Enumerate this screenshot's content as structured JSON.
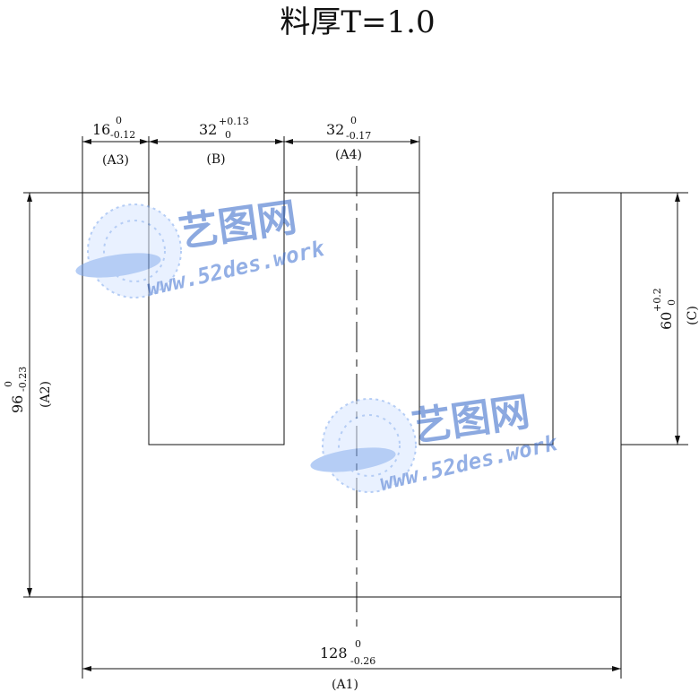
{
  "title": "料厚T=1.0",
  "dimensions": {
    "a3": {
      "nominal": "16",
      "upper": "0",
      "lower": "-0.12",
      "ref": "(A3)"
    },
    "b": {
      "nominal": "32",
      "upper": "+0.13",
      "lower": "0",
      "ref": "(B)"
    },
    "a4": {
      "nominal": "32",
      "upper": "0",
      "lower": "-0.17",
      "ref": "(A4)"
    },
    "a2": {
      "nominal": "96",
      "upper": "0",
      "lower": "-0.23",
      "ref": "(A2)"
    },
    "c": {
      "nominal": "60",
      "upper": "+0.2",
      "lower": "0",
      "ref": "(C)"
    },
    "a1": {
      "nominal": "128",
      "upper": "0",
      "lower": "-0.26",
      "ref": "(A1)"
    }
  },
  "watermark": {
    "brand": "艺图网",
    "url": "www.52des.work",
    "color": "#3a6fd4"
  },
  "colors": {
    "line": "#111111",
    "background": "#ffffff"
  }
}
